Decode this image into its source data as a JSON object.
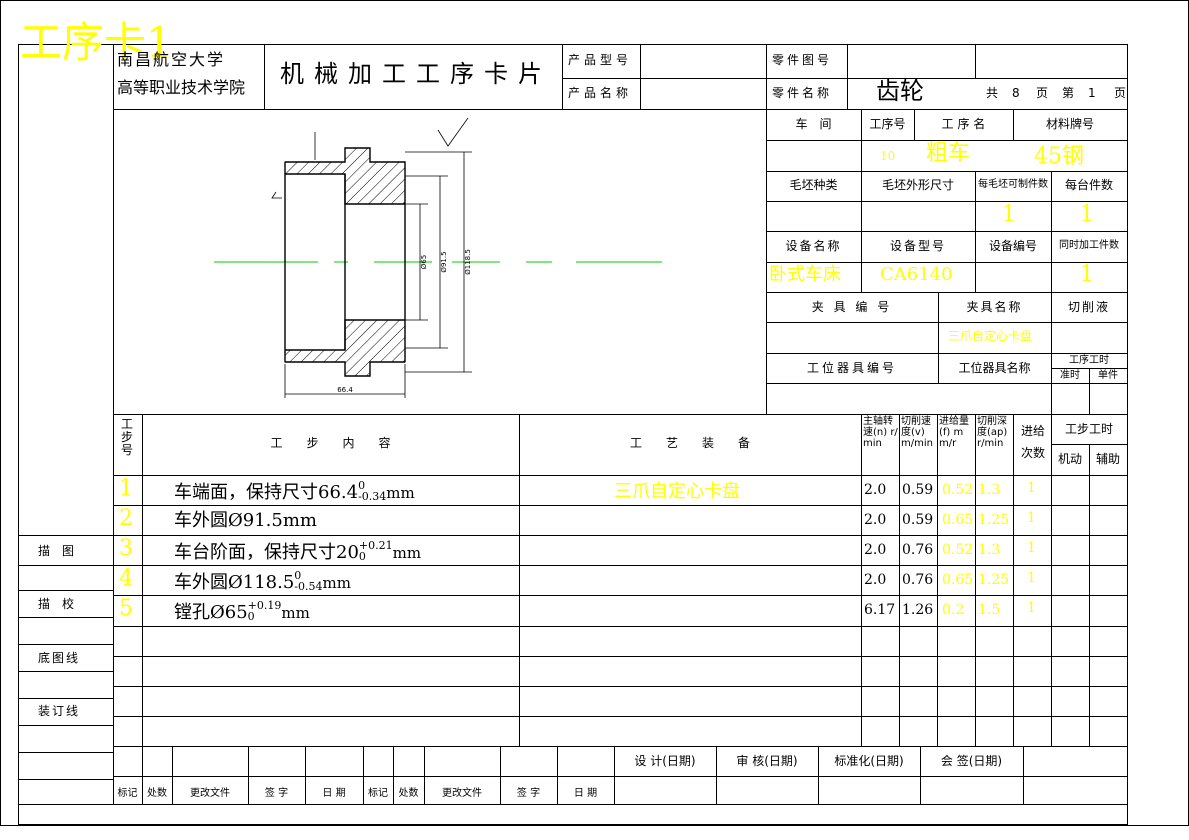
{
  "watermark": "工序卡1",
  "header": {
    "school_line1": "南昌航空大学",
    "school_line2": "高等职业技术学院",
    "title": "机械加工工序卡片",
    "product_model_label": "产品型号",
    "product_name_label": "产品名称",
    "part_drawing_label": "零件图号",
    "part_name_label": "零件名称",
    "part_name": "齿轮",
    "total_pages_prefix": "共",
    "total_pages": "8",
    "page_unit": "页",
    "page_prefix": "第",
    "page_no": "1",
    "page_unit2": "页"
  },
  "info": {
    "workshop_label": "车　间",
    "op_no_label": "工序号",
    "op_name_label": "工 序 名",
    "material_label": "材料牌号",
    "op_no": "10",
    "op_name": "粗车",
    "material": "45钢",
    "blank_type_label": "毛坯种类",
    "blank_size_label": "毛坯外形尺寸",
    "parts_per_blank_label": "每毛坯可制件数",
    "parts_per_machine_label": "每台件数",
    "parts_per_blank": "1",
    "parts_per_machine": "1",
    "equip_name_label": "设备名称",
    "equip_model_label": "设备型号",
    "equip_no_label": "设备编号",
    "simul_parts_label": "同时加工件数",
    "equip_name": "卧式车床",
    "equip_model": "CA6140",
    "simul_parts": "1",
    "fixture_no_label": "夹 具 编 号",
    "fixture_name_label": "夹具名称",
    "coolant_label": "切削液",
    "fixture_name": "三爪自定心卡盘",
    "station_tool_no_label": "工位器具编号",
    "station_tool_name_label": "工位器具名称",
    "op_time_label": "工序工时",
    "std_time_label": "准时",
    "unit_time_label": "单件"
  },
  "steps_header": {
    "step_no": "工步号",
    "content": "工　　步　　内　　容",
    "equipment": "工　　艺　　装　　备",
    "spindle": "主轴转速(n) r/min",
    "speed": "切削速度(v) m/min",
    "feed": "进给量(f) mm/r",
    "depth": "切削深度(ap) r/min",
    "passes": "进给次数",
    "step_time": "工步工时",
    "machine_time": "机动",
    "aux_time": "辅助"
  },
  "steps": [
    {
      "no": "1",
      "content": "车端面，保持尺寸66.4",
      "sup": "0",
      "sub": "-0.34",
      "unit": "mm",
      "equipment": "三爪自定心卡盘",
      "spindle": "2.0",
      "speed": "0.59",
      "feed": "0.52",
      "depth": "1.3",
      "passes": "1"
    },
    {
      "no": "2",
      "content": "车外圆Ø91.5mm",
      "sup": "",
      "sub": "",
      "unit": "",
      "equipment": "",
      "spindle": "2.0",
      "speed": "0.59",
      "feed": "0.65",
      "depth": "1.25",
      "passes": "1"
    },
    {
      "no": "3",
      "content": "车台阶面，保持尺寸20",
      "sup": "+0.21",
      "sub": "0",
      "unit": "mm",
      "equipment": "",
      "spindle": "2.0",
      "speed": "0.76",
      "feed": "0.52",
      "depth": "1.3",
      "passes": "1"
    },
    {
      "no": "4",
      "content": "车外圆Ø118.5",
      "sup": "0",
      "sub": "-0.54",
      "unit": "mm",
      "equipment": "",
      "spindle": "2.0",
      "speed": "0.76",
      "feed": "0.65",
      "depth": "1.25",
      "passes": "1"
    },
    {
      "no": "5",
      "content": "镗孔Ø65",
      "sup": "+0.19",
      "sub": "0",
      "unit": "mm",
      "equipment": "",
      "spindle": "6.17",
      "speed": "1.26",
      "feed": "0.2",
      "depth": "1.5",
      "passes": "1"
    }
  ],
  "side": {
    "drawing": "描　图",
    "check": "描　校",
    "base_no": "底图线",
    "binding": "装订线"
  },
  "footer": {
    "design": "设 计(日期)",
    "review": "审 核(日期)",
    "standard": "标准化(日期)",
    "sign": "会 签(日期)",
    "mark": "标记",
    "count": "处数",
    "change_doc": "更改文件",
    "signature": "签 字",
    "date": "日 期",
    "mark2": "标记",
    "count2": "处数",
    "change_doc2": "更改文件",
    "signature2": "签 字",
    "date2": "日 期"
  },
  "drawing": {
    "dim_bore": "Ø65",
    "dim_od": "Ø118.5",
    "dim_len": "66.4"
  },
  "colors": {
    "highlight": "#ffff00",
    "line": "#000000",
    "centerline": "#00cc00"
  }
}
